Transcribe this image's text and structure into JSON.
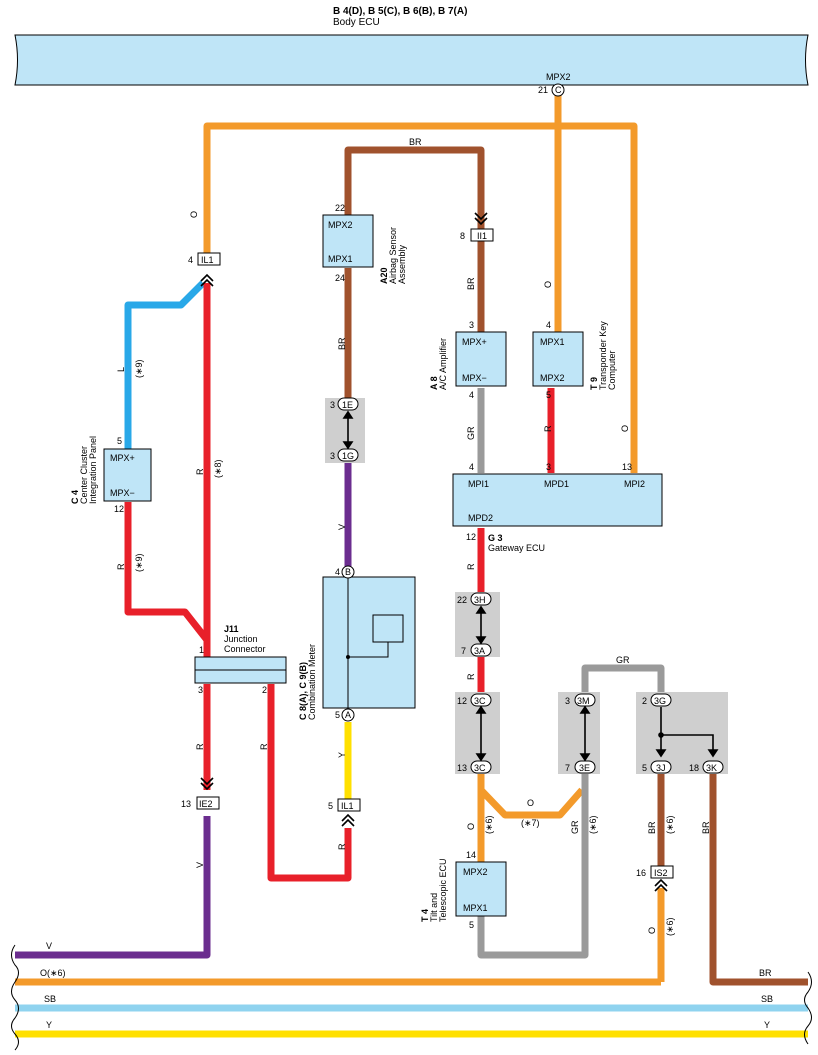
{
  "header": {
    "connectors": "B 4(D), B 5(C), B 6(B), B 7(A)",
    "name": "Body ECU"
  },
  "body_ecu_port": {
    "label": "MPX2",
    "pin": "21",
    "conn": "C"
  },
  "colors": {
    "O": "#f39a2b",
    "BR": "#a0522d",
    "L": "#29a8e8",
    "R": "#e8202a",
    "V": "#6b2d8f",
    "GR": "#9a9a9a",
    "Y": "#ffe000",
    "SB": "#8fd3ef",
    "box": "#bfe5f7"
  },
  "wire_labels": {
    "O": "O",
    "BR": "BR",
    "L": "L",
    "R": "R",
    "V": "V",
    "GR": "GR",
    "Y": "Y",
    "SB": "SB",
    "O6": "O(∗6)"
  },
  "notes": {
    "n6": "(∗6)",
    "n7": "(∗7)",
    "n8": "(∗8)",
    "n9": "(∗9)"
  },
  "components": {
    "airbag": {
      "id": "A20",
      "name1": "Airbag Sensor",
      "name2": "Assembly",
      "port1": "MPX2",
      "port2": "MPX1",
      "pin1": "22",
      "pin2": "24"
    },
    "ac": {
      "id": "A 8",
      "name": "A/C Amplifier",
      "port1": "MPX+",
      "port2": "MPX−",
      "pin1": "3",
      "pin2": "4"
    },
    "transponder": {
      "id": "T 9",
      "name1": "Transponder Key",
      "name2": "Computer",
      "port1": "MPX1",
      "port2": "MPX2",
      "pin1": "4",
      "pin2": "5"
    },
    "cluster": {
      "id": "C 4",
      "name1": "Center Cluster",
      "name2": "Integration Panel",
      "port1": "MPX+",
      "port2": "MPX−",
      "pin1": "5",
      "pin2": "12"
    },
    "gateway": {
      "id": "G 3",
      "name": "Gateway ECU",
      "p1": "MPI1",
      "p2": "MPD1",
      "p3": "MPI2",
      "p4": "MPD2",
      "pin1": "4",
      "pin2": "3",
      "pin3": "13",
      "pin4": "12"
    },
    "junction": {
      "id": "J11",
      "name1": "Junction",
      "name2": "Connector",
      "pin1": "1",
      "pin3": "3",
      "pin2": "2"
    },
    "meter": {
      "id": "C 8(A), C 9(B)",
      "name": "Combination Meter",
      "pinB": "4",
      "connB": "B",
      "pinA": "5",
      "connA": "A"
    },
    "tilt": {
      "id": "T 4",
      "name1": "Tilt and",
      "name2": "Telescopic ECU",
      "port1": "MPX2",
      "port2": "MPX1",
      "pin1": "14",
      "pin2": "5"
    }
  },
  "connectors": {
    "il1_top": {
      "label": "IL1",
      "pin": "4"
    },
    "ii1": {
      "label": "II1",
      "pin": "8"
    },
    "ie2": {
      "label": "IE2",
      "pin": "13"
    },
    "il1_bot": {
      "label": "IL1",
      "pin": "5"
    },
    "is2": {
      "label": "IS2",
      "pin": "16"
    }
  },
  "joints": {
    "1e": {
      "label": "1E",
      "pin": "3"
    },
    "1g": {
      "label": "1G",
      "pin": "3"
    },
    "3h": {
      "label": "3H",
      "pin": "22"
    },
    "3a": {
      "label": "3A",
      "pin": "7"
    },
    "3c_top": {
      "label": "3C",
      "pin": "12"
    },
    "3c_bot": {
      "label": "3C",
      "pin": "13"
    },
    "3m": {
      "label": "3M",
      "pin": "3"
    },
    "3e": {
      "label": "3E",
      "pin": "7"
    },
    "3g": {
      "label": "3G",
      "pin": "2"
    },
    "3j": {
      "label": "3J",
      "pin": "5"
    },
    "3k": {
      "label": "3K",
      "pin": "18"
    }
  }
}
